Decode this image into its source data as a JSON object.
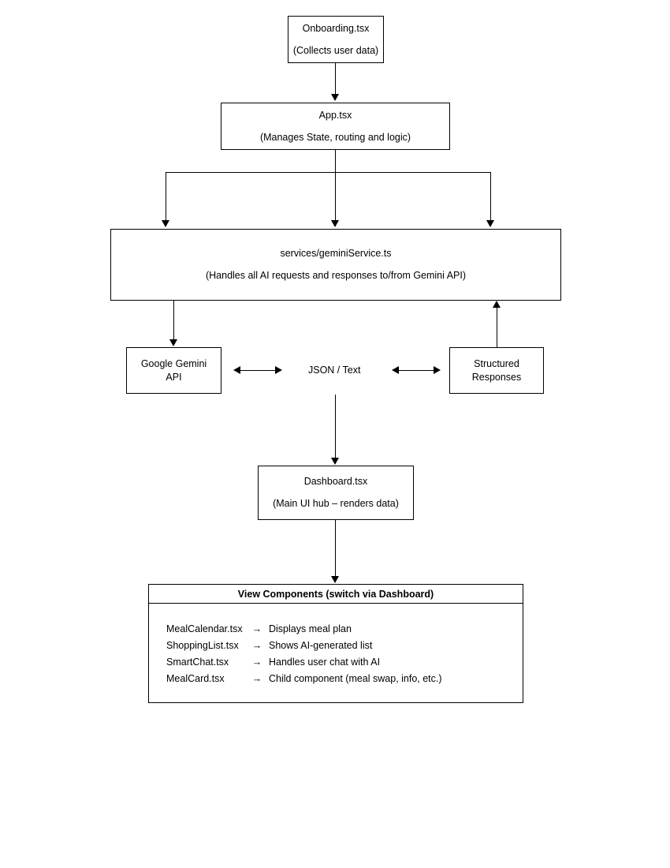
{
  "diagram": {
    "nodes": {
      "onboarding": {
        "line1": "Onboarding.tsx",
        "line2": "(Collects user data)"
      },
      "app": {
        "line1": "App.tsx",
        "line2": "(Manages State, routing and logic)"
      },
      "gemini_service": {
        "line1": "services/geminiService.ts",
        "line2": "(Handles all AI requests and responses to/from Gemini API)"
      },
      "gemini_api": {
        "line1": "Google Gemini",
        "line2": "API"
      },
      "structured": {
        "line1": "Structured",
        "line2": "Responses"
      },
      "dashboard": {
        "line1": "Dashboard.tsx",
        "line2": "(Main UI hub – renders data)"
      }
    },
    "edge_labels": {
      "json_text": "JSON / Text"
    },
    "view_components": {
      "header": "View Components (switch via Dashboard)",
      "arrow_glyph": "→",
      "rows": [
        {
          "name": "MealCalendar.tsx",
          "arrow": "→",
          "desc": "Displays meal plan"
        },
        {
          "name": "ShoppingList.tsx",
          "arrow": "→",
          "desc": "Shows AI-generated list"
        },
        {
          "name": "SmartChat.tsx",
          "arrow": "→",
          "desc": "Handles user chat with AI"
        },
        {
          "name": "MealCard.tsx",
          "arrow": "→",
          "desc": "Child component (meal swap, info, etc.)"
        }
      ]
    },
    "colors": {
      "stroke": "#000000",
      "background": "#ffffff",
      "text": "#000000"
    }
  }
}
